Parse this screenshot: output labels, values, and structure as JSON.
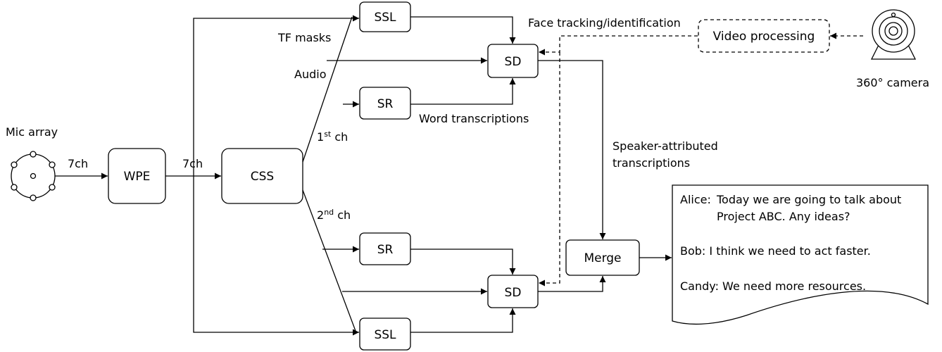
{
  "nodes": {
    "wpe": "WPE",
    "css": "CSS",
    "ssl_top": "SSL",
    "ssl_bottom": "SSL",
    "sd_top": "SD",
    "sd_bottom": "SD",
    "sr_top": "SR",
    "sr_bottom": "SR",
    "merge": "Merge",
    "video_processing": "Video processing"
  },
  "labels": {
    "mic_array": "Mic array",
    "ch7_a": "7ch",
    "ch7_b": "7ch",
    "tf_masks": "TF masks",
    "audio": "Audio",
    "ch1_num": "1",
    "ch1_sup": "st",
    "ch1_suffix": " ch",
    "ch2_num": "2",
    "ch2_sup": "nd",
    "ch2_suffix": " ch",
    "word_transcriptions": "Word transcriptions",
    "face_tracking": "Face tracking/identification",
    "camera": "360° camera",
    "speaker_attributed_1": "Speaker-attributed",
    "speaker_attributed_2": "transcriptions"
  },
  "transcript": {
    "alice_speaker": "Alice:",
    "alice_line1": "Today we are going to talk about",
    "alice_line2": "Project ABC. Any ideas?",
    "bob": "Bob: I think we need to act faster.",
    "candy": "Candy: We need more resources."
  }
}
